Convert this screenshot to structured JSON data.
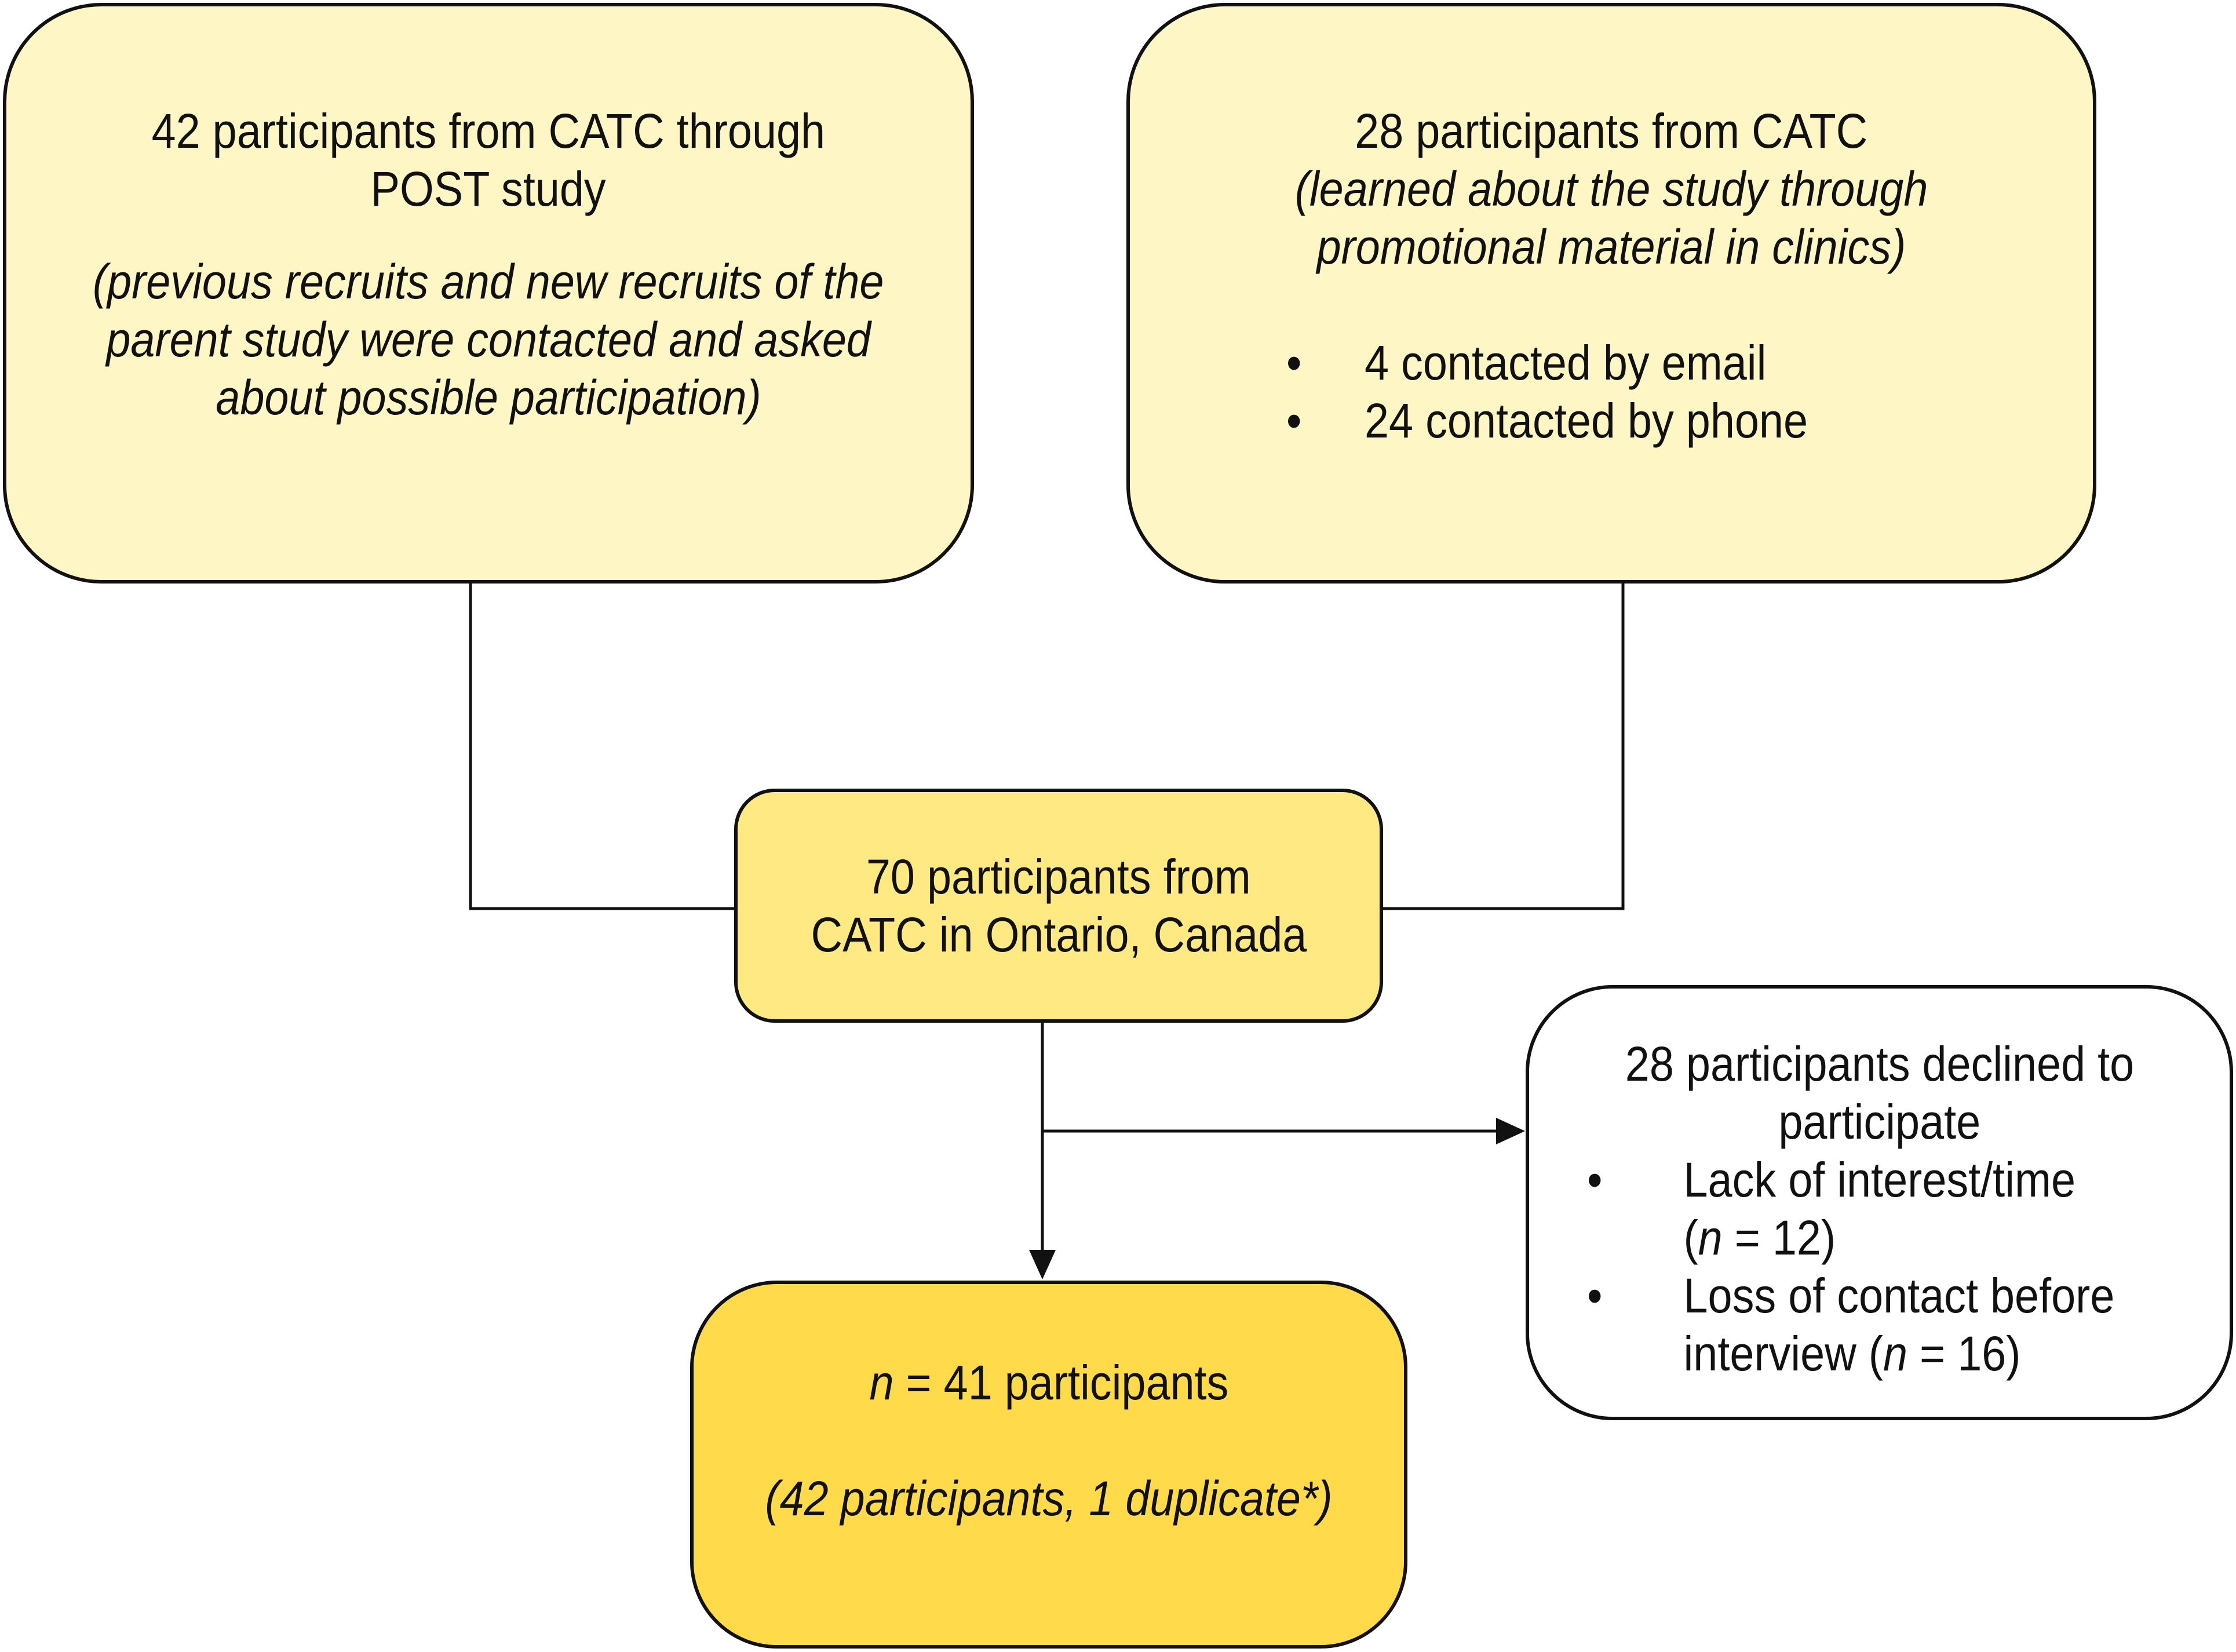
{
  "boxes": {
    "post_study": {
      "title_line1": "42 participants from CATC through",
      "title_line2": "POST study",
      "note_line1": "(previous recruits and new recruits of the",
      "note_line2": "parent study were contacted and asked",
      "note_line3": "about possible participation)"
    },
    "promo": {
      "title": "28 participants from CATC",
      "note_line1": "(learned about the study through",
      "note_line2": "promotional material in clinics)",
      "bullets": [
        "4 contacted by email",
        "24 contacted by phone"
      ]
    },
    "combined": {
      "line1": "70 participants from",
      "line2": "CATC in Ontario, Canada"
    },
    "declined": {
      "title_line1": "28 participants declined to",
      "title_line2": "participate",
      "bullets": [
        {
          "line1": "Lack of interest/time",
          "line2_pre": "(",
          "n": "n",
          "line2_post": " = 12)"
        },
        {
          "line1": "Loss of contact before",
          "line2_pre": "interview (",
          "n": "n",
          "line2_post": " = 16)"
        }
      ]
    },
    "final": {
      "n": "n",
      "count": " = 41 participants",
      "note": "(42 participants, 1 duplicate*)"
    }
  },
  "bullet_glyph": "•",
  "colors": {
    "top_boxes": "#FFF6C6",
    "combined_box": "#FFE983",
    "final_box": "#FFDB4C",
    "declined_box": "#FFFFFF",
    "stroke": "#111111"
  }
}
